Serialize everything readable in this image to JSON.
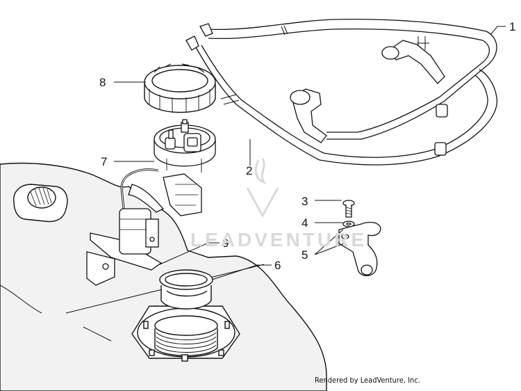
{
  "callouts": {
    "c1": "1",
    "c2": "2",
    "c3": "3",
    "c4": "4",
    "c5": "5",
    "c6": "6",
    "c7": "7",
    "c8": "8",
    "c9": "9"
  },
  "watermark": {
    "text": "LEADVENTURE"
  },
  "footer": {
    "text": "Rendered by LeadVenture, Inc."
  },
  "colors": {
    "line": "#111111",
    "fill": "#ffffff",
    "tank": "#f2f2f2",
    "watermark": "#d9d9d9"
  }
}
